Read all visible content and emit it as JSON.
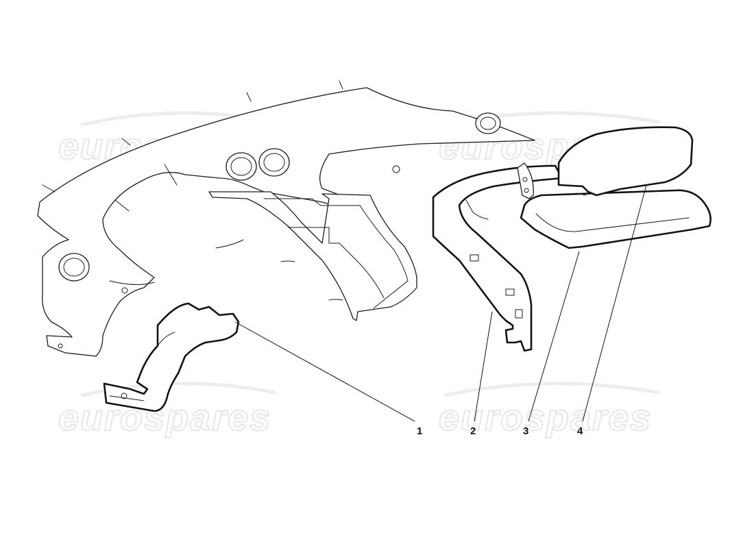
{
  "watermark": {
    "text": "eurospares",
    "color": "#e6e6e6"
  },
  "callouts": [
    {
      "id": "1",
      "label": "1"
    },
    {
      "id": "2",
      "label": "2"
    },
    {
      "id": "3",
      "label": "3"
    },
    {
      "id": "4",
      "label": "4"
    }
  ],
  "colors": {
    "line": "#1a1a1a",
    "background": "#ffffff"
  }
}
